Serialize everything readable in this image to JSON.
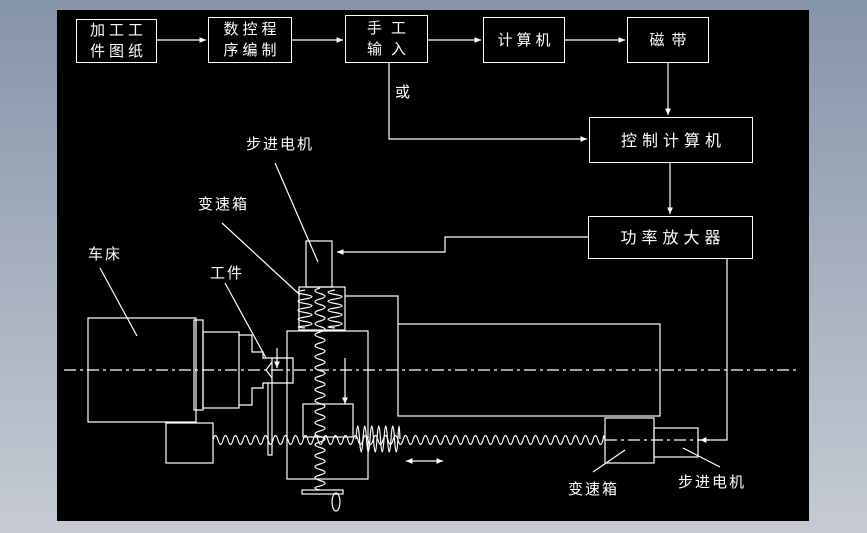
{
  "colors": {
    "background_top": "#8694aa",
    "background_bottom": "#c6cbd3",
    "canvas": "#000000",
    "line": "#ffffff"
  },
  "flowchart": {
    "boxes": [
      {
        "id": "workpiece-drawing",
        "lines": [
          "加工工",
          "件图纸"
        ]
      },
      {
        "id": "nc-programming",
        "lines": [
          "数控程",
          "序编制"
        ]
      },
      {
        "id": "manual-input",
        "lines": [
          "手工",
          "输入"
        ]
      },
      {
        "id": "computer",
        "lines": [
          "计算机"
        ]
      },
      {
        "id": "magnetic-tape",
        "lines": [
          "磁带"
        ]
      },
      {
        "id": "control-computer",
        "lines": [
          "控制计算机"
        ]
      },
      {
        "id": "power-amplifier",
        "lines": [
          "功率放大器"
        ]
      }
    ],
    "or_label": "或"
  },
  "machine_labels": {
    "stepper_motor_top": "步进电机",
    "gearbox_top": "变速箱",
    "lathe": "车床",
    "workpiece": "工件",
    "gearbox_bottom": "变速箱",
    "stepper_motor_bottom": "步进电机"
  }
}
